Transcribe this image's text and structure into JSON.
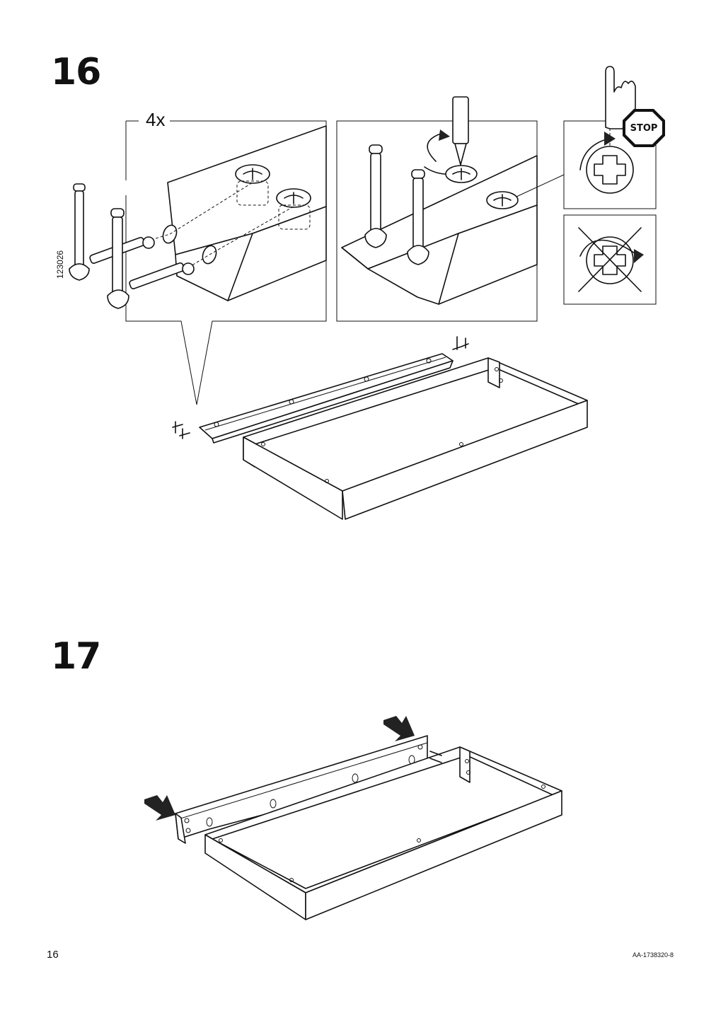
{
  "steps": [
    {
      "number": "16",
      "quantity": "4x",
      "part_number": "123026",
      "stop_label": "STOP"
    },
    {
      "number": "17"
    }
  ],
  "footer": {
    "page_number": "16",
    "document_code": "AA-1738320-8"
  },
  "colors": {
    "ink": "#111111",
    "paper": "#ffffff",
    "shade": "#e6e6e6"
  }
}
